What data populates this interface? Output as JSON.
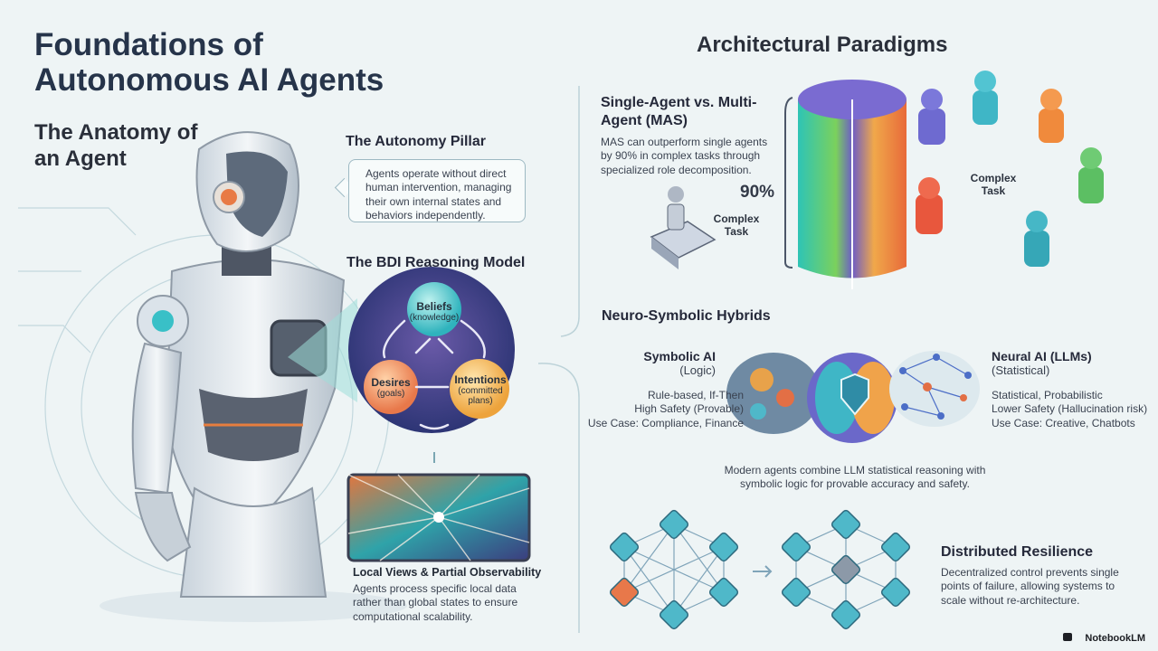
{
  "title": "Foundations of Autonomous AI Agents",
  "left": {
    "heading": "The Anatomy of an Agent",
    "autonomy": {
      "title": "The Autonomy Pillar",
      "text": "Agents operate without direct human intervention, managing their own internal states and behaviors independently."
    },
    "bdi": {
      "title": "The BDI Reasoning Model",
      "beliefs": {
        "label": "Beliefs",
        "sub": "(knowledge)"
      },
      "desires": {
        "label": "Desires",
        "sub": "(goals)"
      },
      "intentions": {
        "label": "Intentions",
        "sub": "(committed plans)"
      }
    },
    "local_views": {
      "title": "Local Views & Partial Observability",
      "text": "Agents process specific local data rather than global states to ensure computational scalability."
    }
  },
  "right": {
    "heading": "Architectural Paradigms",
    "single_vs_multi": {
      "title": "Single-Agent vs. Multi-Agent (MAS)",
      "text": "MAS can outperform single agents by 90% in complex tasks through specialized role decomposition.",
      "percent": "90%",
      "single_task_label": "Complex Task",
      "multi_task_label": "Complex Task"
    },
    "neuro": {
      "title": "Neuro-Symbolic Hybrids",
      "symbolic_title": "Symbolic AI",
      "symbolic_sub": "(Logic)",
      "symbolic_lines": [
        "Rule-based, If-Then",
        "High Safety (Provable)",
        "Use Case: Compliance, Finance"
      ],
      "neural_title": "Neural AI (LLMs)",
      "neural_sub": "(Statistical)",
      "neural_lines": [
        "Statistical, Probabilistic",
        "Lower Safety (Hallucination risk)",
        "Use Case: Creative, Chatbots"
      ],
      "summary": "Modern agents combine LLM statistical reasoning with symbolic logic for provable accuracy and safety."
    },
    "resilience": {
      "title": "Distributed Resilience",
      "text": "Decentralized control prevents single points of failure, allowing systems to scale without re-architecture."
    }
  },
  "brand": "NotebookLM",
  "colors": {
    "background": "#eef4f5",
    "beliefs": "#4fc3c8",
    "desires": "#f0935a",
    "intentions": "#f2b64c",
    "bdi_disc": "#3d3f86",
    "node": "#4fb8c9"
  }
}
